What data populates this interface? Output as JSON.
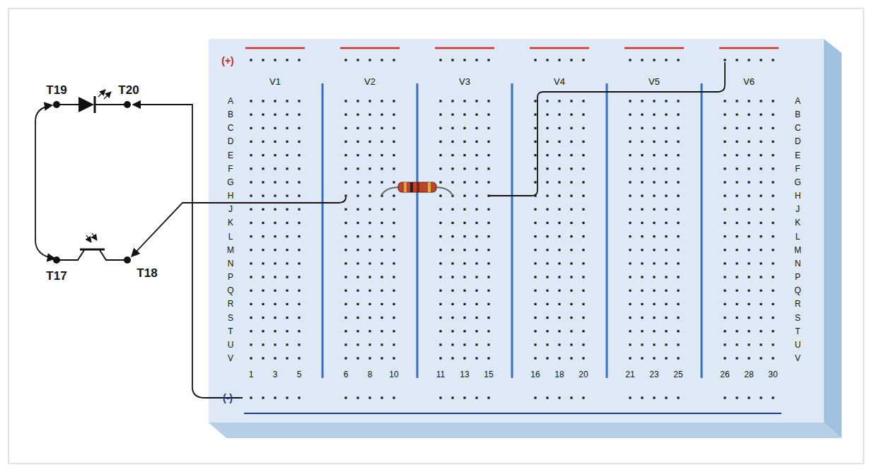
{
  "diagram": {
    "labels": [
      "T19",
      "T20",
      "T17",
      "T18",
      "(+)",
      "V1",
      "V2",
      "V3",
      "V4",
      "V5",
      "V6",
      "A",
      "B",
      "C",
      "D",
      "E",
      "F",
      "G",
      "H",
      "J",
      "K",
      "L",
      "M",
      "N",
      "P",
      "Q",
      "R",
      "S",
      "T",
      "U",
      "V",
      "A",
      "B",
      "C",
      "D",
      "E",
      "F",
      "G",
      "H",
      "J",
      "K",
      "L",
      "M",
      "N",
      "P",
      "Q",
      "R",
      "S",
      "T",
      "U",
      "V",
      "1",
      "3",
      "5",
      "6",
      "8",
      "10",
      "11",
      "13",
      "15",
      "16",
      "18",
      "20",
      "21",
      "23",
      "25",
      "26",
      "28",
      "30",
      "(-)"
    ]
  }
}
